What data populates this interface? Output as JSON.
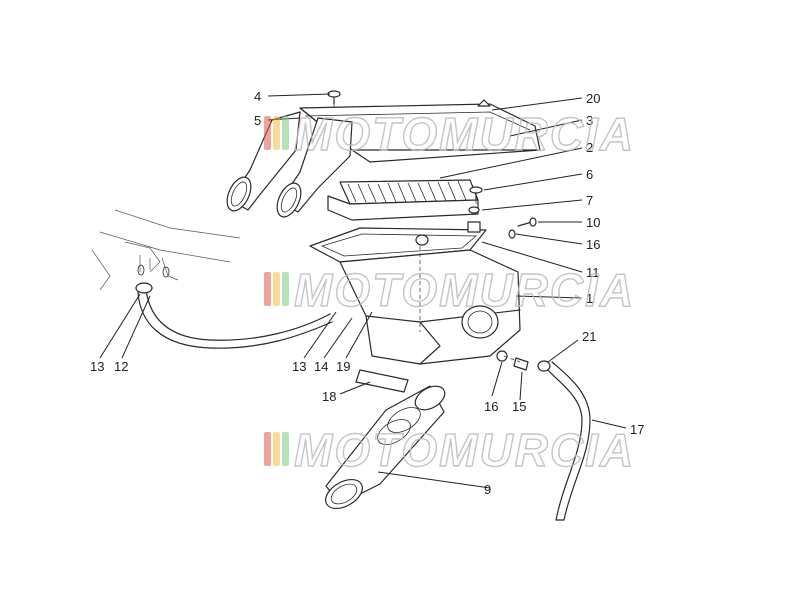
{
  "watermark": {
    "text": "MOTOMURCIA",
    "stripe_colors": [
      "#e05a4a",
      "#f0c040",
      "#7cc97c"
    ]
  },
  "callouts": {
    "c1": "1",
    "c2": "2",
    "c3": "3",
    "c4": "4",
    "c5": "5",
    "c6": "6",
    "c7": "7",
    "c9": "9",
    "c10": "10",
    "c11": "11",
    "c12": "12",
    "c13a": "13",
    "c13b": "13",
    "c14": "14",
    "c15": "15",
    "c16a": "16",
    "c16b": "16",
    "c17": "17",
    "c18": "18",
    "c19": "19",
    "c20": "20",
    "c21": "21"
  }
}
